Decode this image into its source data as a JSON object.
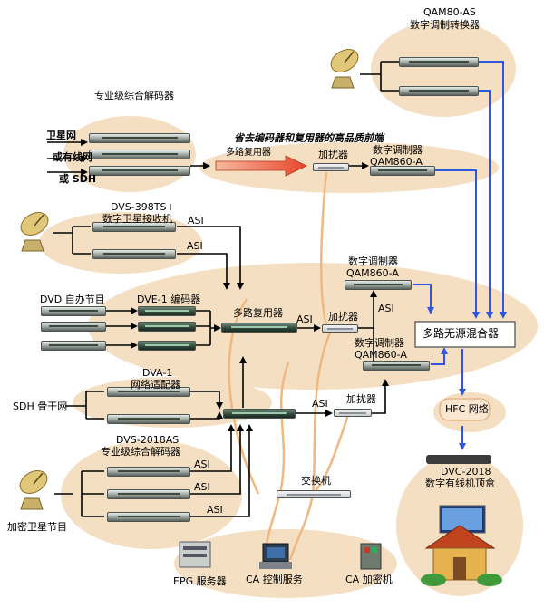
{
  "labels": {
    "qam80as_1": "QAM80-AS",
    "qam80as_2": "数字调制转换器",
    "pro_decoder_top": "专业级综合解码器",
    "sat_net": "卫星网",
    "cable_net": "或有线网",
    "or_sdh": "或 SDH",
    "headline": "省去编码器和复用器的高品质前端",
    "mux_small": "多路复用器",
    "scrambler_top": "加扰器",
    "mod_top_1": "数字调制器",
    "mod_top_2": "QAM860-A",
    "dvs398_1": "DVS-398TS+",
    "dvs398_2": "数字卫星接收机",
    "asi_1": "ASI",
    "asi_2": "ASI",
    "mod_mid_1": "数字调制器",
    "mod_mid_2": "QAM860-A",
    "dvd_prog": "DVD 自办节目",
    "dve1": "DVE-1 编码器",
    "mux_main": "多路复用器",
    "asi_3": "ASI",
    "scrambler_mid": "加扰器",
    "asi_4": "ASI",
    "combiner": "多路无源混合器",
    "mod_low_1": "数字调制器",
    "mod_low_2": "QAM860-A",
    "dva1_1": "DVA-1",
    "dva1_2": "网络适配器",
    "sdh_backbone": "SDH 骨干网",
    "asi_5": "ASI",
    "scrambler_low": "加扰器",
    "hfc": "HFC 网络",
    "dvs2018_1": "DVS-2018AS",
    "dvs2018_2": "专业级综合解码器",
    "asi_6": "ASI",
    "asi_7": "ASI",
    "asi_8": "ASI",
    "switch": "交换机",
    "dvc2018_1": "DVC-2018",
    "dvc2018_2": "数字有线机顶盒",
    "enc_sat": "加密卫星节目",
    "epg": "EPG 服务器",
    "ca_ctrl": "CA 控制服务",
    "ca_enc": "CA 加密机"
  },
  "colors": {
    "bubble": "#f5dfc2",
    "arrow_blue": "#2f56e0",
    "arrow_black": "#000000",
    "cable_orange": "#f0b880",
    "headline_arrow": "#e8452b"
  }
}
